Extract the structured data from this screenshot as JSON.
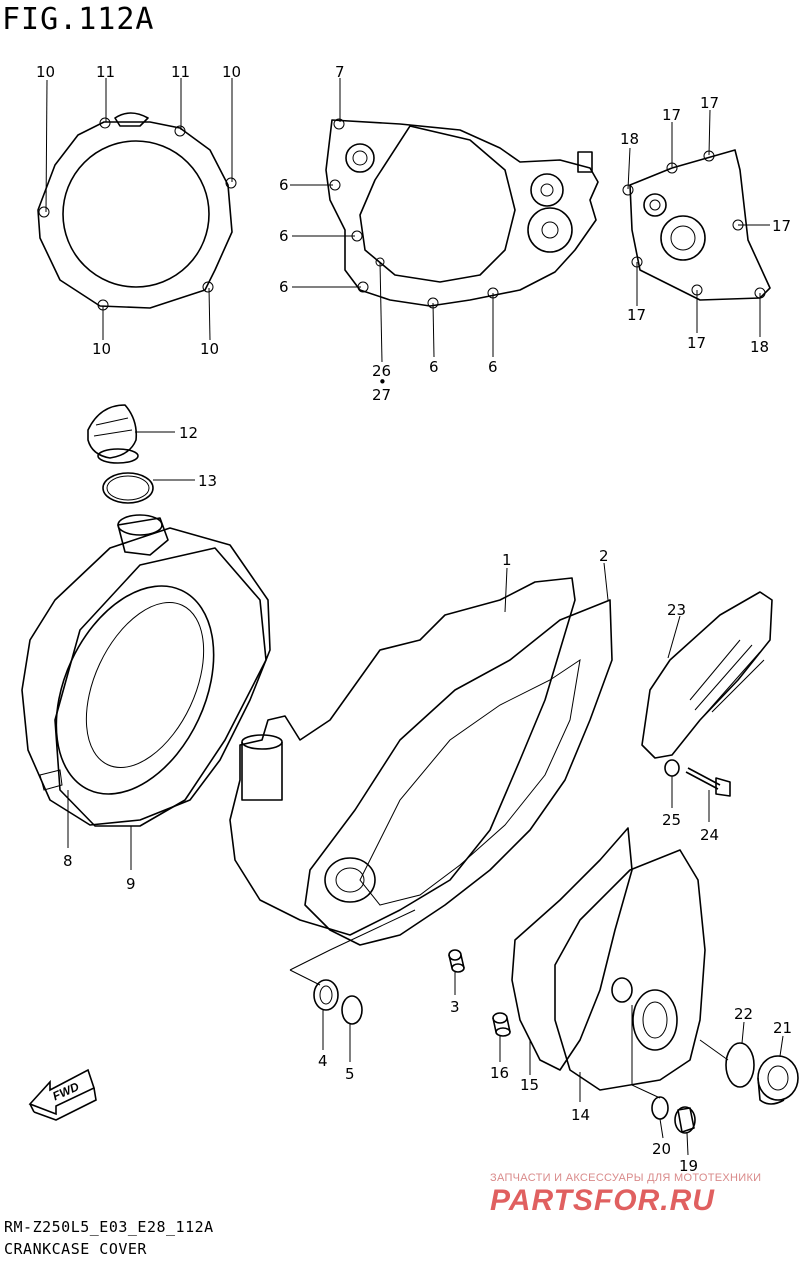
{
  "figure": {
    "title": "FIG.112A",
    "model_code": "RM-Z250L5_E03_E28_112A",
    "section_name": "CRANKCASE COVER",
    "direction_tag": "FWD"
  },
  "callouts": [
    {
      "id": "c1",
      "text": "10"
    },
    {
      "id": "c2",
      "text": "11"
    },
    {
      "id": "c3",
      "text": "11"
    },
    {
      "id": "c4",
      "text": "10"
    },
    {
      "id": "c5",
      "text": "10"
    },
    {
      "id": "c6",
      "text": "10"
    },
    {
      "id": "c7",
      "text": "7"
    },
    {
      "id": "c8",
      "text": "6"
    },
    {
      "id": "c9",
      "text": "6"
    },
    {
      "id": "c10",
      "text": "6"
    },
    {
      "id": "c11",
      "text": "26"
    },
    {
      "id": "c12",
      "text": "•"
    },
    {
      "id": "c13",
      "text": "27"
    },
    {
      "id": "c14",
      "text": "6"
    },
    {
      "id": "c15",
      "text": "6"
    },
    {
      "id": "c16",
      "text": "18"
    },
    {
      "id": "c17",
      "text": "17"
    },
    {
      "id": "c18",
      "text": "17"
    },
    {
      "id": "c19",
      "text": "17"
    },
    {
      "id": "c20",
      "text": "17"
    },
    {
      "id": "c21",
      "text": "17"
    },
    {
      "id": "c22",
      "text": "18"
    },
    {
      "id": "c23",
      "text": "12"
    },
    {
      "id": "c24",
      "text": "13"
    },
    {
      "id": "c25",
      "text": "1"
    },
    {
      "id": "c26",
      "text": "2"
    },
    {
      "id": "c27",
      "text": "23"
    },
    {
      "id": "c28",
      "text": "8"
    },
    {
      "id": "c29",
      "text": "9"
    },
    {
      "id": "c30",
      "text": "25"
    },
    {
      "id": "c31",
      "text": "24"
    },
    {
      "id": "c32",
      "text": "3"
    },
    {
      "id": "c33",
      "text": "4"
    },
    {
      "id": "c34",
      "text": "5"
    },
    {
      "id": "c35",
      "text": "16"
    },
    {
      "id": "c36",
      "text": "15"
    },
    {
      "id": "c37",
      "text": "14"
    },
    {
      "id": "c38",
      "text": "22"
    },
    {
      "id": "c39",
      "text": "21"
    },
    {
      "id": "c40",
      "text": "20"
    },
    {
      "id": "c41",
      "text": "19"
    }
  ],
  "watermark": {
    "tagline": "ЗАПЧАСТИ И АКСЕССУАРЫ ДЛЯ МОТОТЕХНИКИ",
    "logo": "PARTSFOR.RU"
  }
}
